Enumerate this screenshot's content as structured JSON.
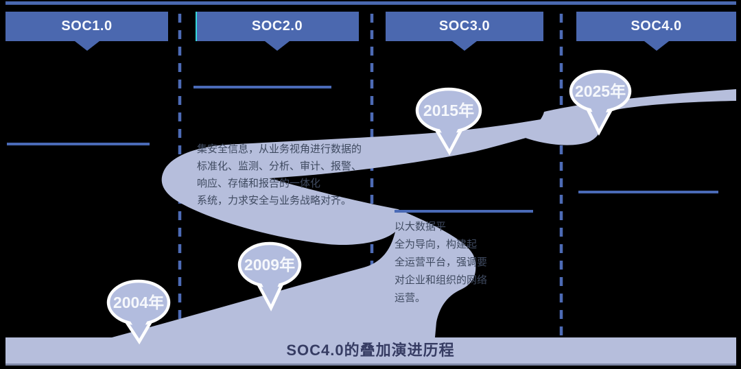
{
  "title": "SOC4.0的叠加演进历程",
  "columns": [
    {
      "label": "SOC1.0"
    },
    {
      "label": "SOC2.0"
    },
    {
      "label": "SOC3.0"
    },
    {
      "label": "SOC4.0"
    }
  ],
  "milestones": [
    {
      "year": "2004年"
    },
    {
      "year": "2009年"
    },
    {
      "year": "2015年"
    },
    {
      "year": "2025年"
    }
  ],
  "descriptions": {
    "soc2": [
      "集安全信息，从业务视角进行数据的",
      "标准化、监测、分析、审计、报警、",
      "响应、存储和报告的一体化",
      "系统，力求安全与业务战略对齐。"
    ],
    "soc3": [
      "以大数据平",
      "全为导向，构建起",
      "全运营平台，强调要",
      "对企业和组织的网络",
      "运营。"
    ]
  },
  "colors": {
    "banner_blue": "#4b68af",
    "dashed_divider_blue": "#4d6bb5",
    "rule_blue": "#4a6ab6",
    "road_light": "#b6bedc",
    "balloon_fill": "#b2bcde",
    "balloon_ring": "#ffffff",
    "teal_accent": "#35dade",
    "desc_text": "#3f4a60",
    "title_text": "#363c63",
    "background": "#000000"
  }
}
